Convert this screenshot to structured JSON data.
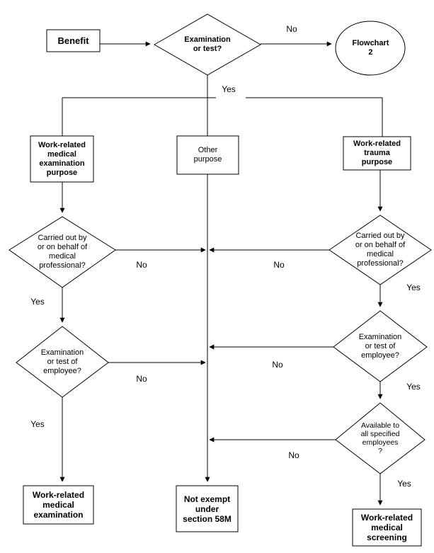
{
  "diagram": {
    "type": "flowchart",
    "colors": {
      "line": "#000000",
      "background": "#ffffff",
      "text": "#000000"
    },
    "nodes": {
      "benefit": "Benefit",
      "exam_or_test": "Examination\nor test?",
      "flowchart_2": "Flowchart\n2",
      "purpose_left": "Work-related\nmedical\nexamination\npurpose",
      "purpose_center": "Other\npurpose",
      "purpose_right": "Work-related\ntrauma\npurpose",
      "carried_out_left": "Carried out by\nor on behalf of\nmedical\nprofessional?",
      "carried_out_right": "Carried out by\nor on behalf of\nmedical\nprofessional?",
      "exam_employee_left": "Examination\nor test of\nemployee?",
      "exam_employee_right": "Examination\nor test of\nemployee?",
      "available_all": "Available to\nall specified\nemployees\n?",
      "result_left": "Work-related\nmedical\nexamination",
      "result_center": "Not exempt\nunder\nsection 58M",
      "result_right": "Work-related\nmedical\nscreening"
    },
    "edge_labels": {
      "no_top": "No",
      "yes_top": "Yes",
      "no_left1": "No",
      "no_right1": "No",
      "yes_left1": "Yes",
      "yes_right1": "Yes",
      "no_left2": "No",
      "no_right2": "No",
      "yes_left2": "Yes",
      "yes_right2": "Yes",
      "no_right3": "No",
      "yes_right3": "Yes"
    }
  }
}
